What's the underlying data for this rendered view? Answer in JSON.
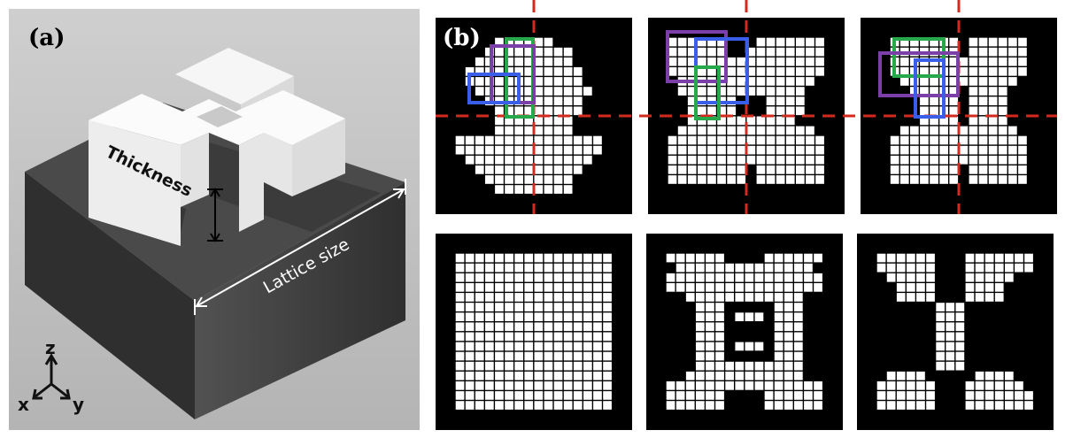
{
  "panel_a": {
    "label": "(a)",
    "thickness_label": "Thickness",
    "lattice_label": "Lattice size",
    "axes": {
      "z": "z",
      "x": "x",
      "y": "y"
    }
  },
  "panel_b": {
    "label": "(b)",
    "colors": {
      "cell": "#ffffff",
      "background": "#000000",
      "cut_line": "#d42a1e",
      "purple": "#7b3fa8",
      "blue": "#3a5ee8",
      "green": "#27a84a"
    },
    "top_row": [
      {
        "name": "symmetrized-pattern-1",
        "rows": [
          "00000000000000000000",
          "00000000000000000000",
          "00000011111100000000",
          "00000111111111000000",
          "00001111111111000000",
          "00011111111111100000",
          "00011111111111100000",
          "00001111111111110000",
          "00000111111111100000",
          "00000011111111100000",
          "00000011111111000000",
          "00000011111111000000",
          "00111111111111111000",
          "00111111111111111000",
          "00011111111111110000",
          "00001111111111100000",
          "00000111111111000000",
          "00000011111111000000",
          "00000000000000000000",
          "00000000000000000000"
        ]
      },
      {
        "name": "symmetrized-pattern-2",
        "rows": [
          "00000000000000000000",
          "00000000000000000000",
          "00111111000111111100",
          "00111111001111111100",
          "00111111111111111100",
          "00111111111111111100",
          "00011111111111111000",
          "00011111111111110000",
          "00001111100011110000",
          "00001111100011110000",
          "00001111111111100000",
          "00011111111111111000",
          "00111111111111111100",
          "00111111111111111100",
          "00111111111111111100",
          "00111111110111111100",
          "00111111110111111100",
          "00000000000000000000",
          "00000000000000000000",
          "00000000000000000000"
        ]
      },
      {
        "name": "symmetrized-pattern-3",
        "rows": [
          "00000000000000000000",
          "00000000000000000000",
          "00011111110111111000",
          "00011111110111111000",
          "00011111111111111000",
          "00011111111111111000",
          "00001111111111110000",
          "00000111110111100000",
          "00000011110111100000",
          "00000011110111100000",
          "00000011110111100000",
          "00001111111111110000",
          "00011111111111111000",
          "00011111111111111000",
          "00011111111111111000",
          "00011111110111111000",
          "00011111110111111000",
          "00000000000000000000",
          "00000000000000000000",
          "00000000000000000000"
        ]
      }
    ],
    "bottom_row": [
      {
        "name": "square-pattern",
        "rows": [
          "00000000000000000000",
          "00000000000000000000",
          "00111111111111111100",
          "00111111111111111100",
          "00111111111111111100",
          "00111111111111111100",
          "00111111111111111100",
          "00111111111111111100",
          "00111111111111111100",
          "00111111111111111100",
          "00111111111111111100",
          "00111111111111111100",
          "00111111111111111100",
          "00111111111111111100",
          "00111111111111111100",
          "00111111111111111100",
          "00111111111111111100",
          "00111111111111111100",
          "00000000000000000000",
          "00000000000000000000"
        ]
      },
      {
        "name": "h-pattern",
        "rows": [
          "00000000000000000000",
          "00000000000000000000",
          "00111111000011111100",
          "00011111111111111000",
          "00111111111111111100",
          "00111111111111111100",
          "00001111111111110000",
          "00000111000001110000",
          "00000111011101110000",
          "00000111000001110000",
          "00000111000001110000",
          "00000111011101110000",
          "00000111000001110000",
          "00000111111111110000",
          "00001111111111110000",
          "00111111111111111100",
          "00111111000011111100",
          "00111111000011111100",
          "00000000000000000000",
          "00000000000000000000"
        ]
      },
      {
        "name": "split-h-pattern",
        "rows": [
          "00000000000000000000",
          "00000000000000000000",
          "00111111000111111100",
          "00111111000111111100",
          "00011111000111110000",
          "00001111000111100000",
          "00001111000111100000",
          "00000000111000000000",
          "00000000111000000000",
          "00000000111000000000",
          "00000000111000000000",
          "00000000111000000000",
          "00000000111000000000",
          "00000000111000000000",
          "00011110000011110000",
          "00111111000111111000",
          "00111111000111111100",
          "00111111000111111100",
          "00000000000000000000",
          "00000000000000000000"
        ]
      }
    ]
  }
}
